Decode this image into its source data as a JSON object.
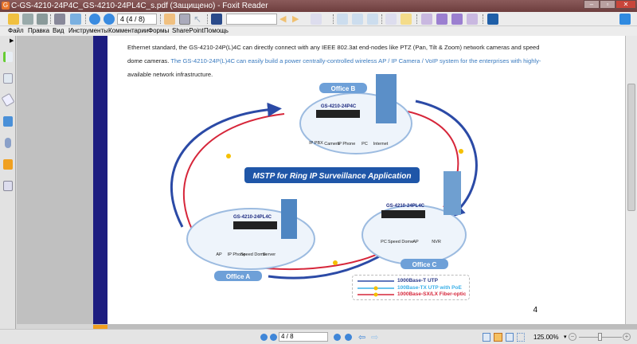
{
  "window": {
    "title": "C-GS-4210-24P4C_GS-4210-24PL4C_s.pdf (Защищено) - Foxit Reader",
    "app_icon": "G"
  },
  "toolbar": {
    "page_field": "4 (4 / 8)",
    "search_field": ""
  },
  "menu": [
    "Файл",
    "Правка",
    "Вид",
    "Инструменты",
    "Комментарии",
    "Формы",
    "SharePoint",
    "Помощь"
  ],
  "document": {
    "lines": [
      [
        "Ethernet standard, the GS-4210-24P(L)4C can directly connect with any IEEE 802.3at end-nodes like PTZ (Pan, Tilt & Zoom) network cameras and speed"
      ],
      [
        "dome cameras. ",
        "The GS-4210-24P(L)4C can easily build a power centrally-controlled wireless AP / IP Camera / VoIP system for the enterprises with highly-"
      ],
      [
        "available network infrastructure."
      ]
    ],
    "page_number": "4",
    "diagram": {
      "title": "MSTP for Ring IP Surveillance Application",
      "office_b": {
        "label": "Office B",
        "switch": "GS-4210-24P4C",
        "devices": [
          "IP PBX",
          "Camera",
          "IP Phone",
          "PC",
          "Internet"
        ]
      },
      "office_a": {
        "label": "Office A",
        "switch": "GS-4210-24PL4C",
        "devices": [
          "AP",
          "IP Phone",
          "Speed Dome",
          "Server"
        ]
      },
      "office_c": {
        "label": "Office C",
        "switch": "GS-4210-24PL4C",
        "devices": [
          "PC",
          "Speed Dome",
          "AP",
          "NVR"
        ]
      },
      "legend": [
        "1000Base-T UTP",
        "100Base-TX UTP with PoE",
        "1000Base-SX/LX Fiber-optic"
      ],
      "colors": {
        "utp": "#2b4aa6",
        "poe": "#3bb0e8",
        "fiber": "#d6263a",
        "office_label": "#3f7fc8"
      }
    }
  },
  "status": {
    "page_field": "4 / 8",
    "zoom": "125.00%",
    "zoom_fraction": 0.5
  }
}
